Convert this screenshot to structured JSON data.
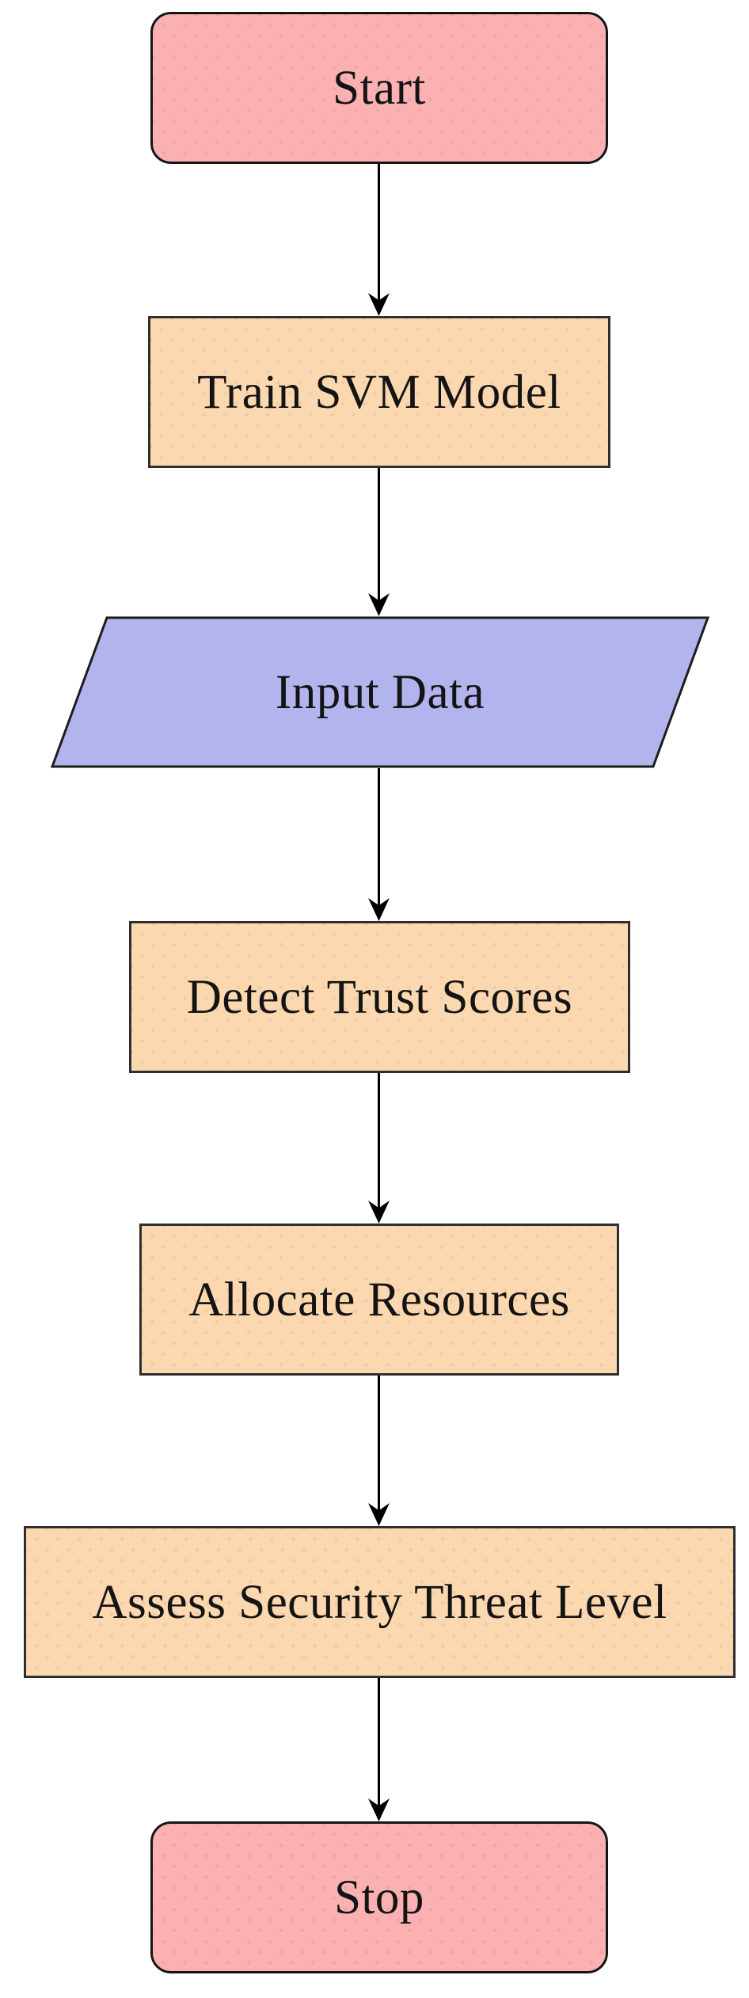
{
  "diagram": {
    "type": "flowchart",
    "direction": "top-down",
    "background": "#ffffff",
    "arrow_color": "#000000",
    "text_color": "#141414",
    "nodes": [
      {
        "id": "start",
        "type": "terminator",
        "shape": "rounded-rectangle",
        "label": "Start",
        "fill": "#fbb1b1",
        "border": "#151515"
      },
      {
        "id": "train-svm-model",
        "type": "process",
        "shape": "rectangle",
        "label": "Train SVM Model",
        "fill": "#fcd8b0",
        "border": "#2e2e2e"
      },
      {
        "id": "input-data",
        "type": "input-output",
        "shape": "parallelogram",
        "label": "Input Data",
        "fill": "#b3b3ee",
        "border": "#1c1c1c"
      },
      {
        "id": "detect-trust-scores",
        "type": "process",
        "shape": "rectangle",
        "label": "Detect Trust Scores",
        "fill": "#fcd8b0",
        "border": "#2e2e2e"
      },
      {
        "id": "allocate-resources",
        "type": "process",
        "shape": "rectangle",
        "label": "Allocate Resources",
        "fill": "#fcd8b0",
        "border": "#2e2e2e"
      },
      {
        "id": "assess-security-threat-level",
        "type": "process",
        "shape": "rectangle",
        "label": "Assess Security Threat Level",
        "fill": "#fcd8b0",
        "border": "#2e2e2e"
      },
      {
        "id": "stop",
        "type": "terminator",
        "shape": "rounded-rectangle",
        "label": "Stop",
        "fill": "#fbb1b1",
        "border": "#151515"
      }
    ],
    "edges": [
      {
        "from": "start",
        "to": "train-svm-model",
        "style": "arrow"
      },
      {
        "from": "train-svm-model",
        "to": "input-data",
        "style": "arrow"
      },
      {
        "from": "input-data",
        "to": "detect-trust-scores",
        "style": "arrow"
      },
      {
        "from": "detect-trust-scores",
        "to": "allocate-resources",
        "style": "arrow"
      },
      {
        "from": "allocate-resources",
        "to": "assess-security-threat-level",
        "style": "arrow"
      },
      {
        "from": "assess-security-threat-level",
        "to": "stop",
        "style": "arrow"
      }
    ]
  }
}
